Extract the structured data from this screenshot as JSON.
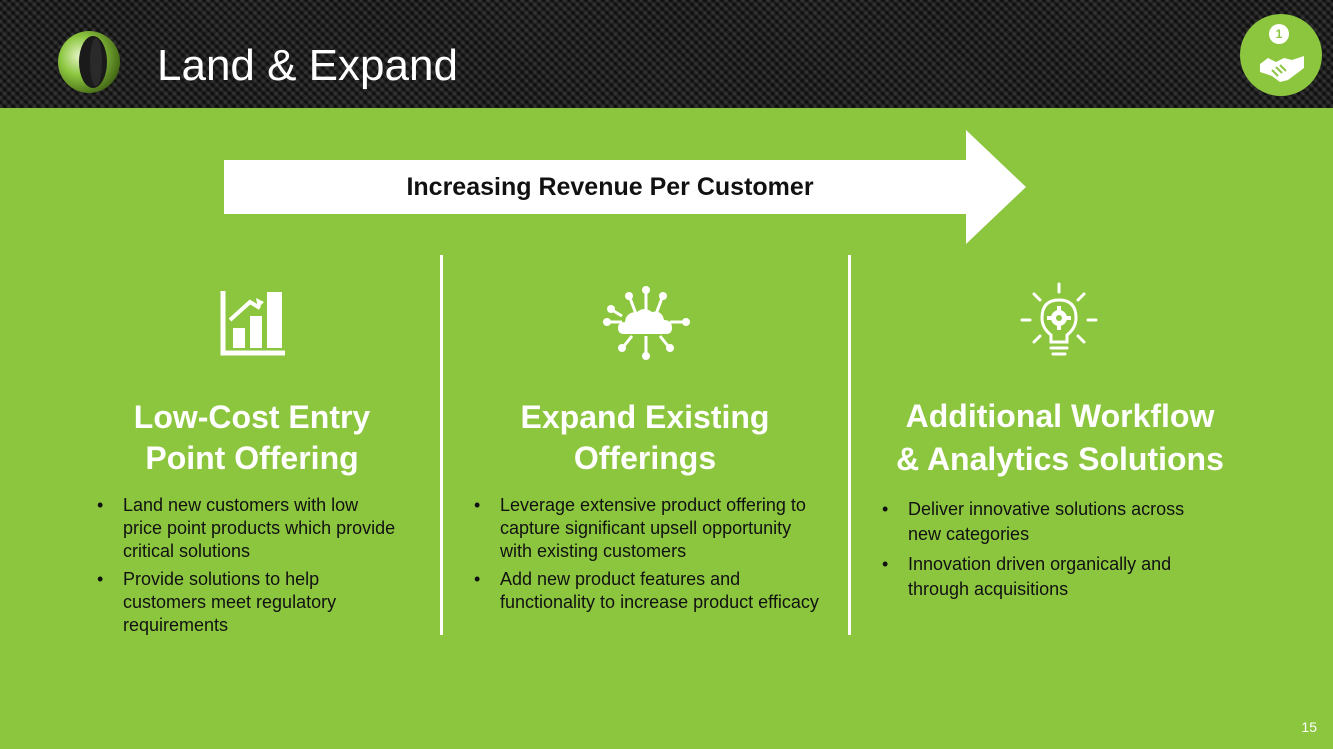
{
  "slide": {
    "title": "Land & Expand",
    "page_number": "15",
    "badge_number": "1"
  },
  "arrow": {
    "label": "Increasing Revenue Per Customer"
  },
  "columns": [
    {
      "icon": "growth-chart-icon",
      "heading_line1": "Low-Cost Entry",
      "heading_line2": "Point Offering",
      "bullets": [
        "Land new customers with low price point products which provide critical solutions",
        "Provide solutions to help customers meet regulatory requirements"
      ]
    },
    {
      "icon": "cloud-network-icon",
      "heading_line1": "Expand Existing",
      "heading_line2": "Offerings",
      "bullets": [
        "Leverage extensive product offering to capture significant upsell opportunity with existing customers",
        "Add new product features and functionality to increase product efficacy"
      ]
    },
    {
      "icon": "lightbulb-gear-icon",
      "heading_line1": "Additional Workflow",
      "heading_line2": "& Analytics Solutions",
      "bullets": [
        "Deliver innovative solutions across new categories",
        "Innovation driven organically and through acquisitions"
      ]
    }
  ],
  "colors": {
    "background": "#8cc63f",
    "header": "#1a1a1a",
    "text_dark": "#111111",
    "text_light": "#ffffff"
  }
}
